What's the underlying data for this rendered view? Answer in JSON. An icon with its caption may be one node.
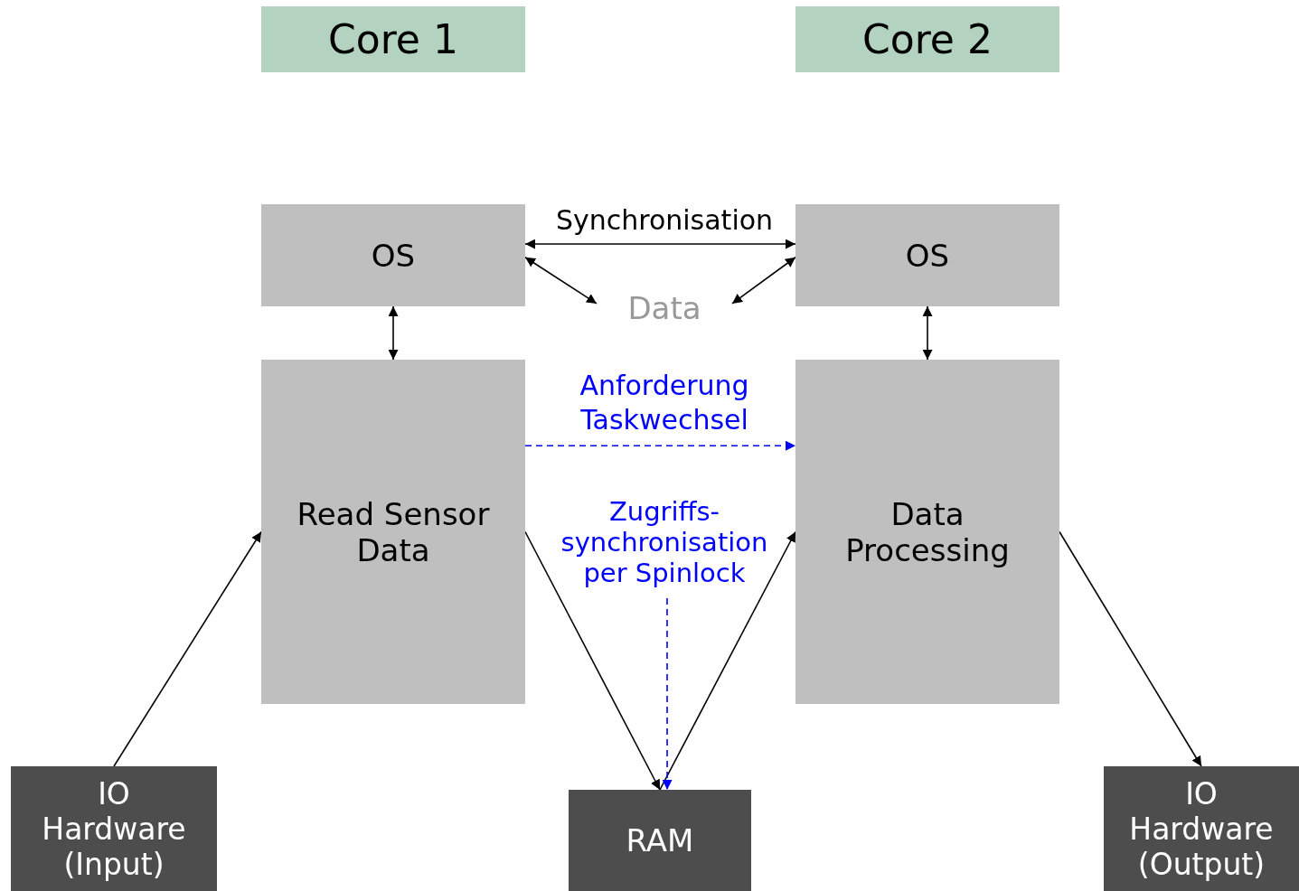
{
  "diagram": {
    "nodes": [
      {
        "text": [
          "Core 1"
        ]
      },
      {
        "text": [
          "Core 2"
        ]
      },
      {
        "text": [
          "OS"
        ]
      },
      {
        "text": [
          "OS"
        ]
      },
      {
        "text": [
          "Data"
        ]
      },
      {
        "text": [
          "Read Sensor Data"
        ]
      },
      {
        "text": [
          "Data Processing"
        ]
      },
      {
        "text": [
          "Zugriffs- synchronisation per Spinlock"
        ]
      },
      {
        "text": [
          "IO Hardware (Input)"
        ]
      },
      {
        "text": [
          "RAM"
        ]
      },
      {
        "text": [
          "IO Hardware (Output)"
        ]
      }
    ],
    "edges": [
      {
        "from": 2,
        "to": 3,
        "arrow": "both",
        "label": "Synchronisation"
      },
      {
        "from": 2,
        "to": 4,
        "arrow": "both"
      },
      {
        "from": 3,
        "to": 4,
        "arrow": "both"
      },
      {
        "from": 2,
        "to": 5,
        "arrow": "both"
      },
      {
        "from": 3,
        "to": 6,
        "arrow": "both"
      },
      {
        "from": 8,
        "to": 5,
        "arrow": "to"
      },
      {
        "from": 5,
        "to": 9,
        "arrow": "to"
      },
      {
        "from": 9,
        "to": 6,
        "arrow": "to"
      },
      {
        "from": 6,
        "to": 10,
        "arrow": "to"
      },
      {
        "from": 5,
        "to": 6,
        "arrow": "to",
        "label": "Anforderung Taskwechsel",
        "style": "dashed",
        "color": "#0000ff"
      },
      {
        "from": 7,
        "to": 9,
        "arrow": "to",
        "style": "dashed",
        "color": "#0000ff"
      }
    ]
  }
}
